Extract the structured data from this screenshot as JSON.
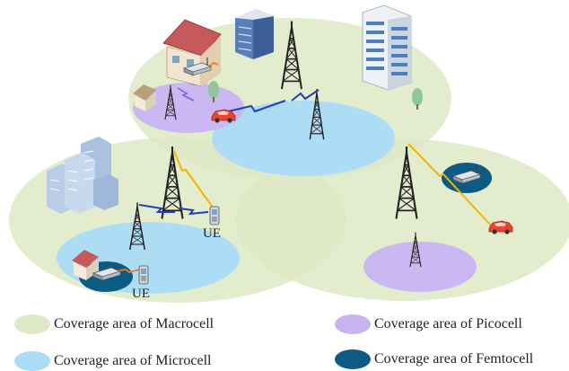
{
  "labels": {
    "ue_1": "UE",
    "ue_2": "UE"
  },
  "legend": {
    "items": [
      {
        "label": "Coverage area of Macrocell",
        "color": "#dfe9c6"
      },
      {
        "label": "Coverage area of Picocell",
        "color": "#c9b4f2"
      },
      {
        "label": "Coverage area of Microcell",
        "color": "#a9dcf7"
      },
      {
        "label": "Coverage area of Femtocell",
        "color": "#0d5a84"
      }
    ]
  },
  "icons": [
    "tower-icon",
    "building-icon",
    "house-icon",
    "car-icon",
    "phone-icon",
    "femto-router-icon",
    "tree-icon"
  ]
}
